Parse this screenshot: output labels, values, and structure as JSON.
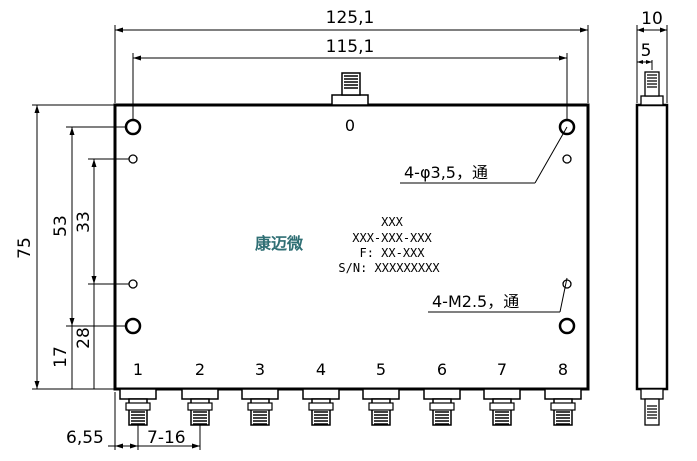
{
  "dimensions": {
    "overall_width": "125,1",
    "hole_spacing_width": "115,1",
    "side_depth": "10",
    "side_connector_offset": "5",
    "overall_height": "75",
    "height_53": "53",
    "height_33": "33",
    "height_28": "28",
    "height_17": "17",
    "first_port_offset": "6,55",
    "port_pitch": "7-16"
  },
  "ports": {
    "input_label": "0",
    "output_labels": [
      "1",
      "2",
      "3",
      "4",
      "5",
      "6",
      "7",
      "8"
    ]
  },
  "callouts": {
    "through_holes": "4-φ3,5，通",
    "tapped_holes": "4-M2.5，通"
  },
  "nameplate": {
    "logo": "康迈微",
    "line1": "XXX",
    "line2": "XXX-XXX-XXX",
    "line3": "F: XX-XXX",
    "line4": "S/N: XXXXXXXXX"
  }
}
